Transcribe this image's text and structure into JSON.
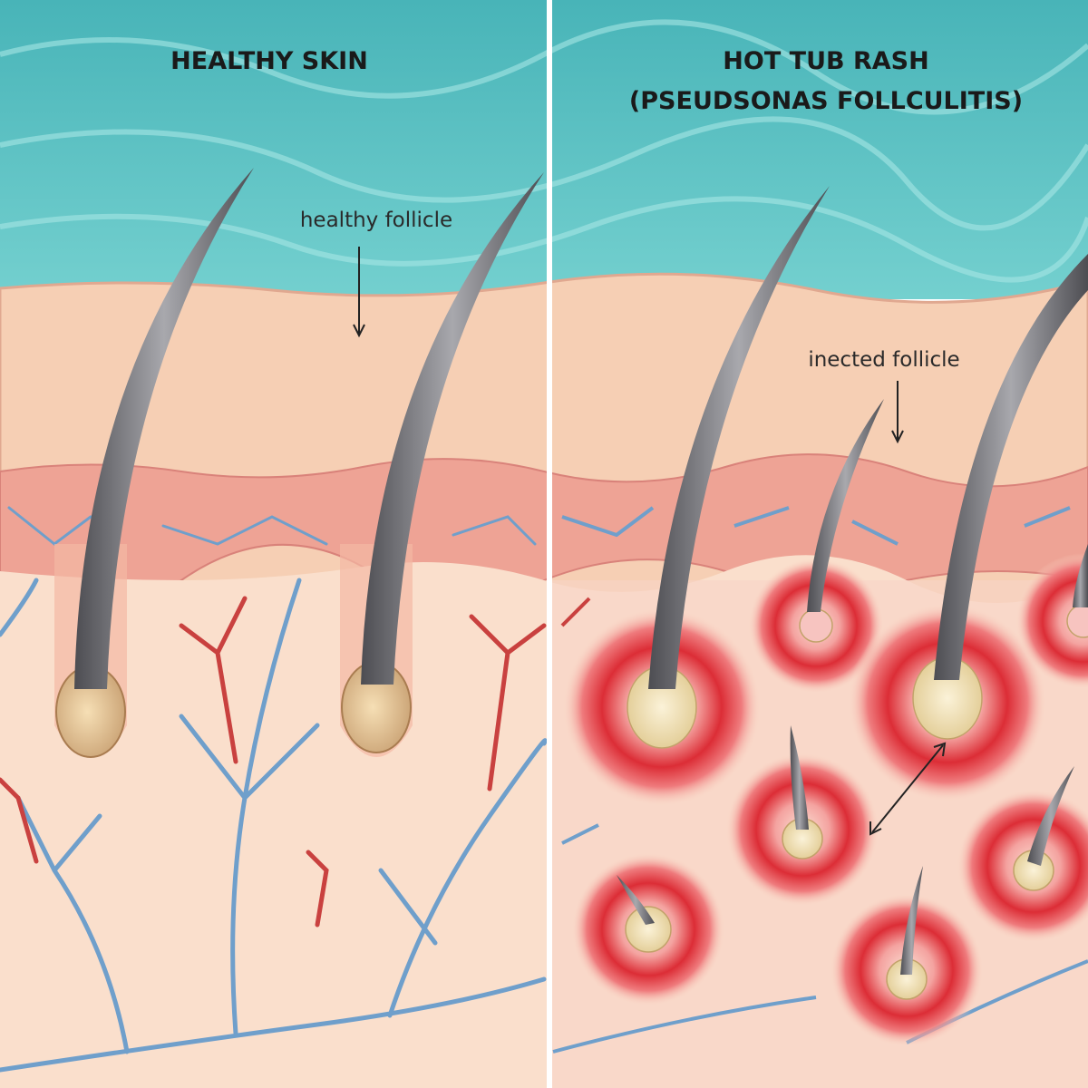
{
  "left_panel": {
    "title": "HEALTHY SKIN",
    "annotation": "healthy follicle"
  },
  "right_panel": {
    "title_line1": "HOT TUB RASH",
    "title_line2": "(PSEUDSONAS FOLLCULITIS)",
    "annotation": "inected follicle"
  },
  "colors": {
    "water": "#5cc3c6",
    "epidermis": "#f6cfb4",
    "dermal_band": "#eea395",
    "dermis": "#fadfcc",
    "vein": "#6f9fcb",
    "artery": "#c9413f",
    "inflammation": "#e0303a",
    "hair": "#6e6e72",
    "divider": "#ffffff"
  }
}
